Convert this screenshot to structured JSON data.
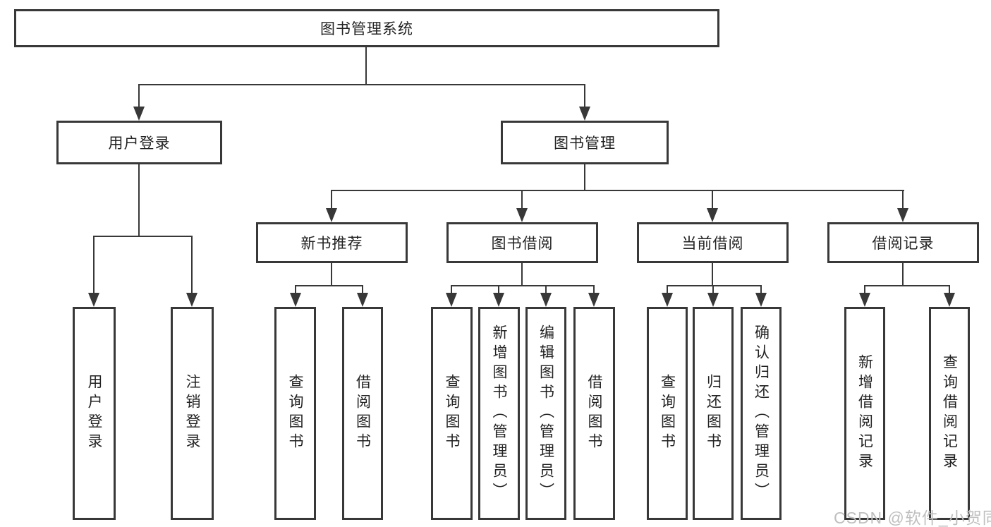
{
  "diagram": {
    "root": {
      "label": "图书管理系统"
    },
    "branches": [
      {
        "label": "用户登录",
        "children": [
          {
            "label": "用户登录"
          },
          {
            "label": "注销登录"
          }
        ]
      },
      {
        "label": "图书管理",
        "sections": [
          {
            "label": "新书推荐",
            "children": [
              {
                "label": "查询图书"
              },
              {
                "label": "借阅图书"
              }
            ]
          },
          {
            "label": "图书借阅",
            "children": [
              {
                "label": "查询图书"
              },
              {
                "label": "新增图书（管理员）"
              },
              {
                "label": "编辑图书（管理员）"
              },
              {
                "label": "借阅图书"
              }
            ]
          },
          {
            "label": "当前借阅",
            "children": [
              {
                "label": "查询图书"
              },
              {
                "label": "归还图书"
              },
              {
                "label": "确认归还（管理员）"
              }
            ]
          },
          {
            "label": "借阅记录",
            "children": [
              {
                "label": "新增借阅记录"
              },
              {
                "label": "查询借阅记录"
              }
            ]
          }
        ]
      }
    ]
  },
  "watermark": {
    "text": "CSDN @软件_小贺同学"
  },
  "colors": {
    "line": "#383838",
    "text": "#222222",
    "background": "#ffffff",
    "watermark": "#bfbfbf"
  }
}
